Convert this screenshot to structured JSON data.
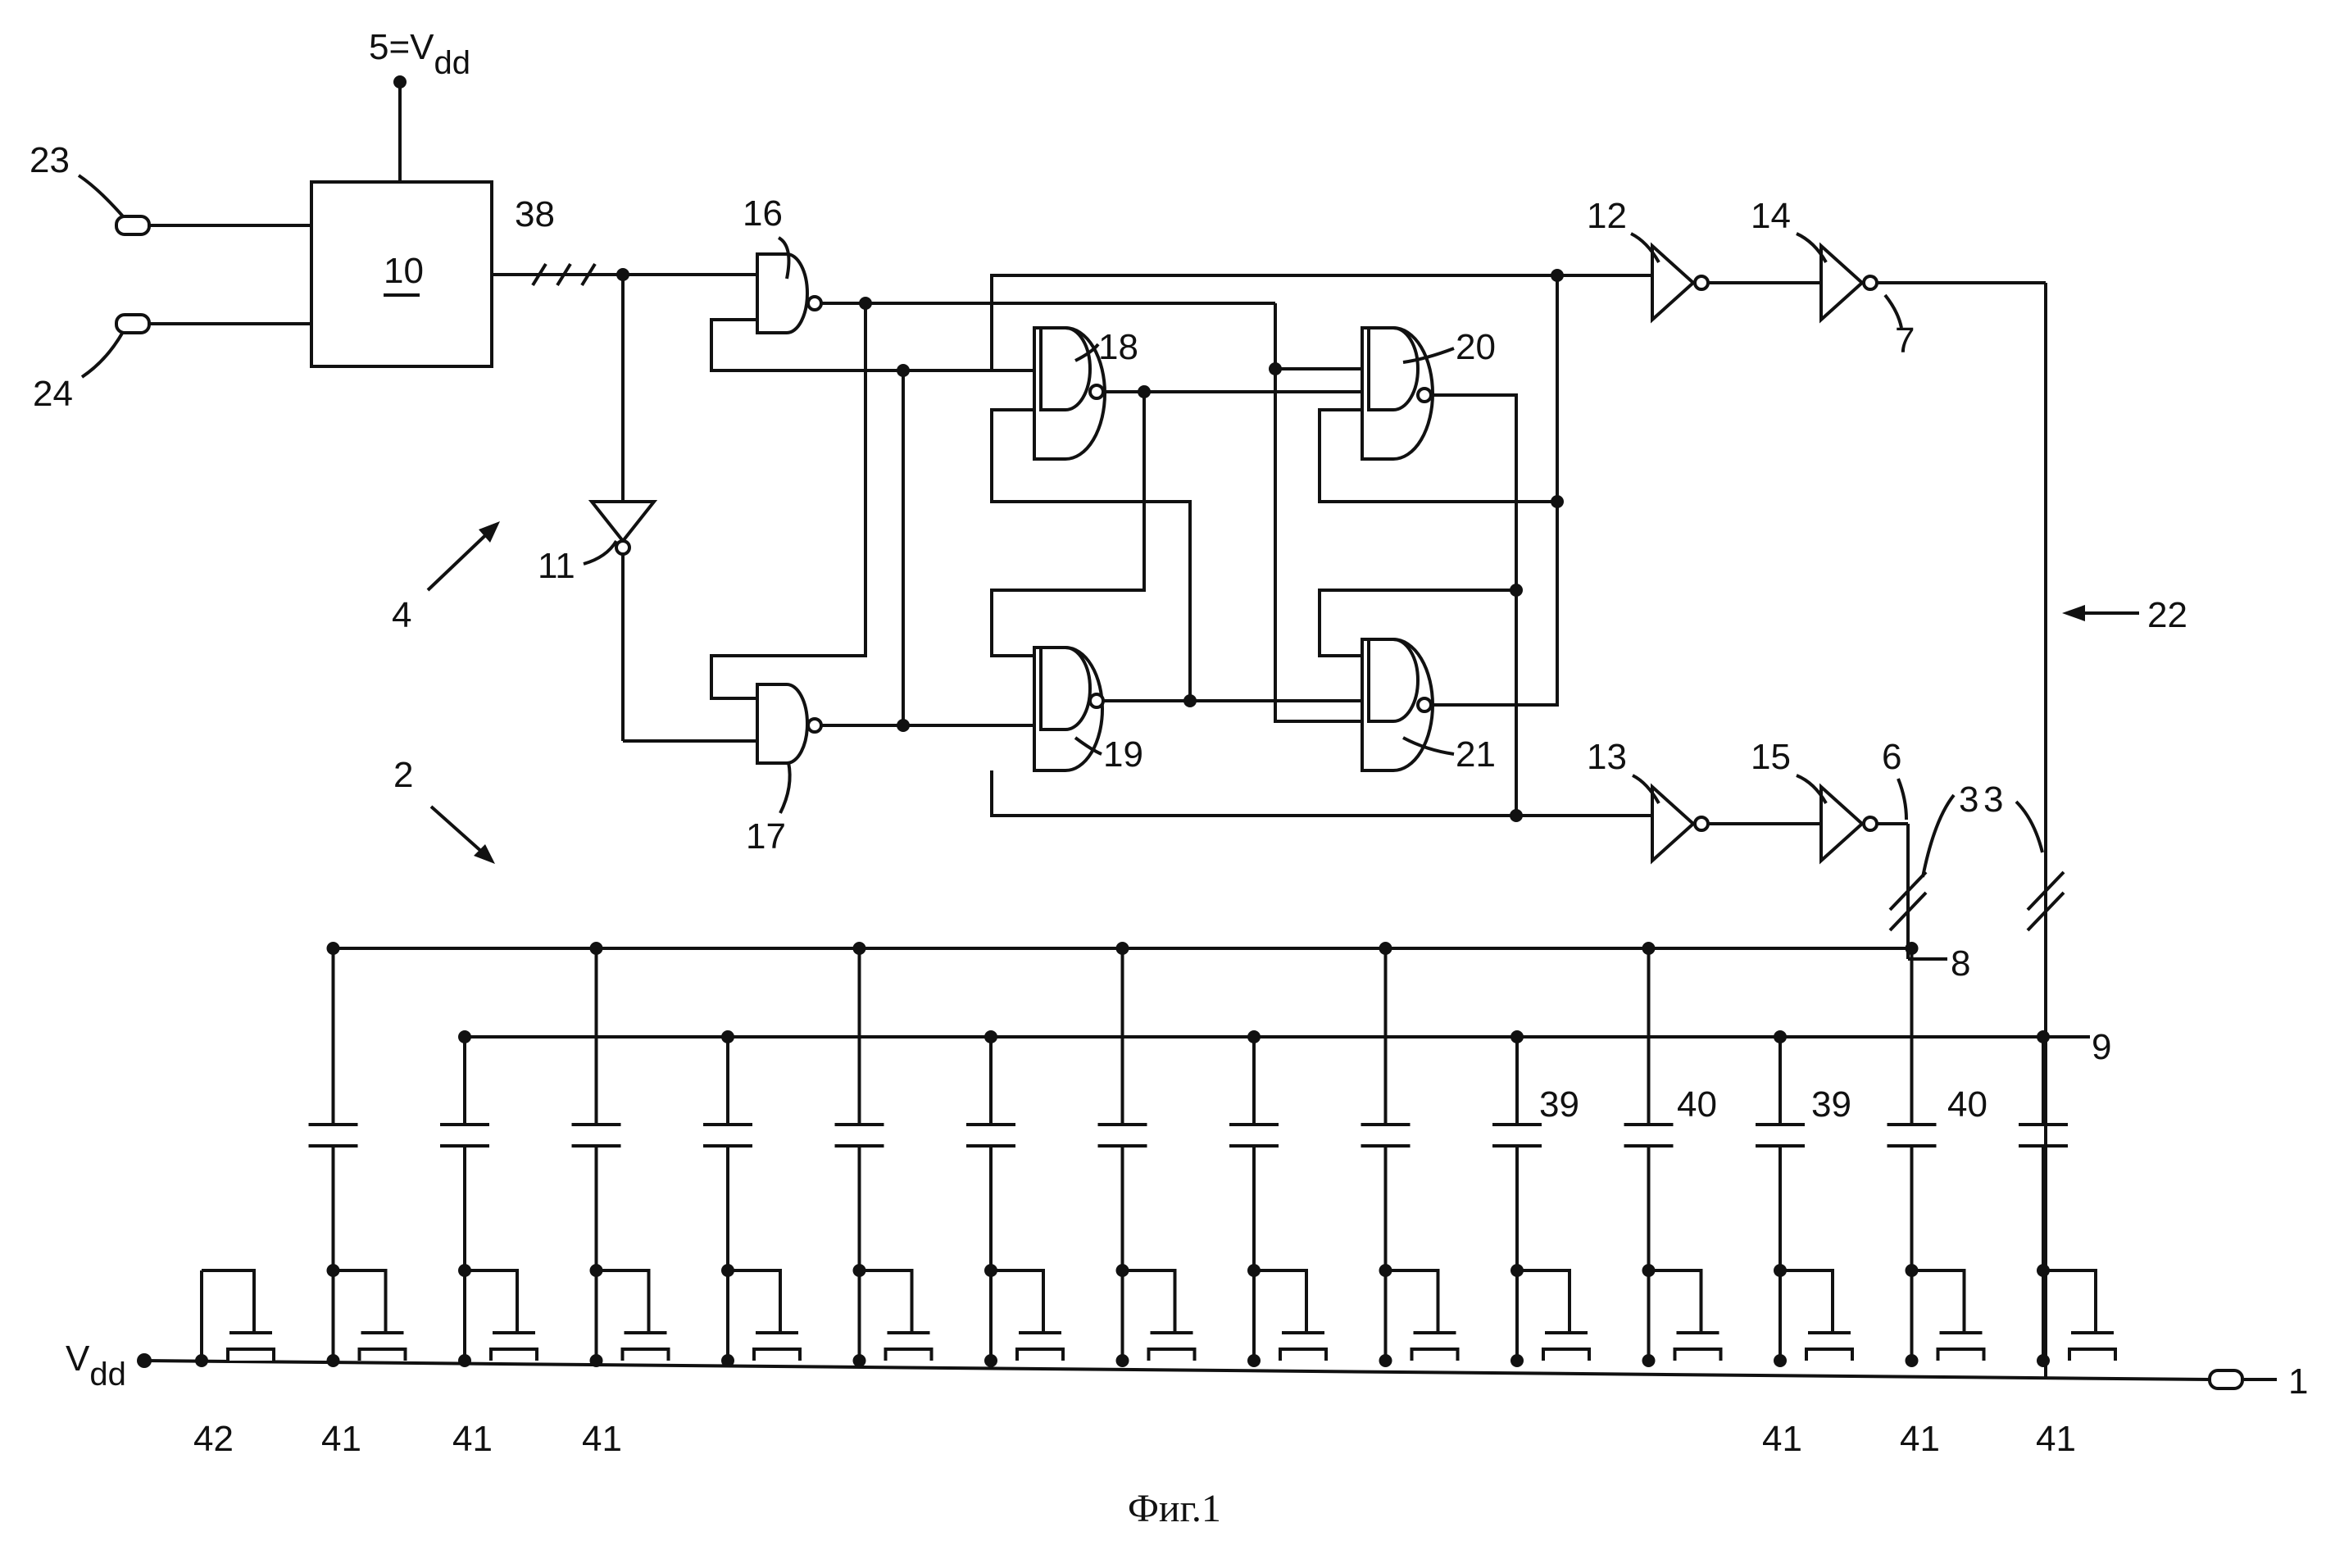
{
  "labels": {
    "vdd_top": "5=V",
    "vdd_top_sub": "dd",
    "vdd_left": "V",
    "vdd_left_sub": "dd",
    "n23": "23",
    "n24": "24",
    "n10": "10",
    "n38": "38",
    "n16": "16",
    "n17": "17",
    "n18": "18",
    "n19": "19",
    "n20": "20",
    "n21": "21",
    "n11": "11",
    "n4": "4",
    "n2": "2",
    "n12": "12",
    "n13": "13",
    "n14": "14",
    "n15": "15",
    "n7": "7",
    "n6": "6",
    "n3": "3",
    "n22": "22",
    "n8": "8",
    "n9": "9",
    "n1": "1",
    "n42": "42",
    "n41": "41",
    "n39": "39",
    "n40": "40"
  },
  "caption": "Фиг.1"
}
